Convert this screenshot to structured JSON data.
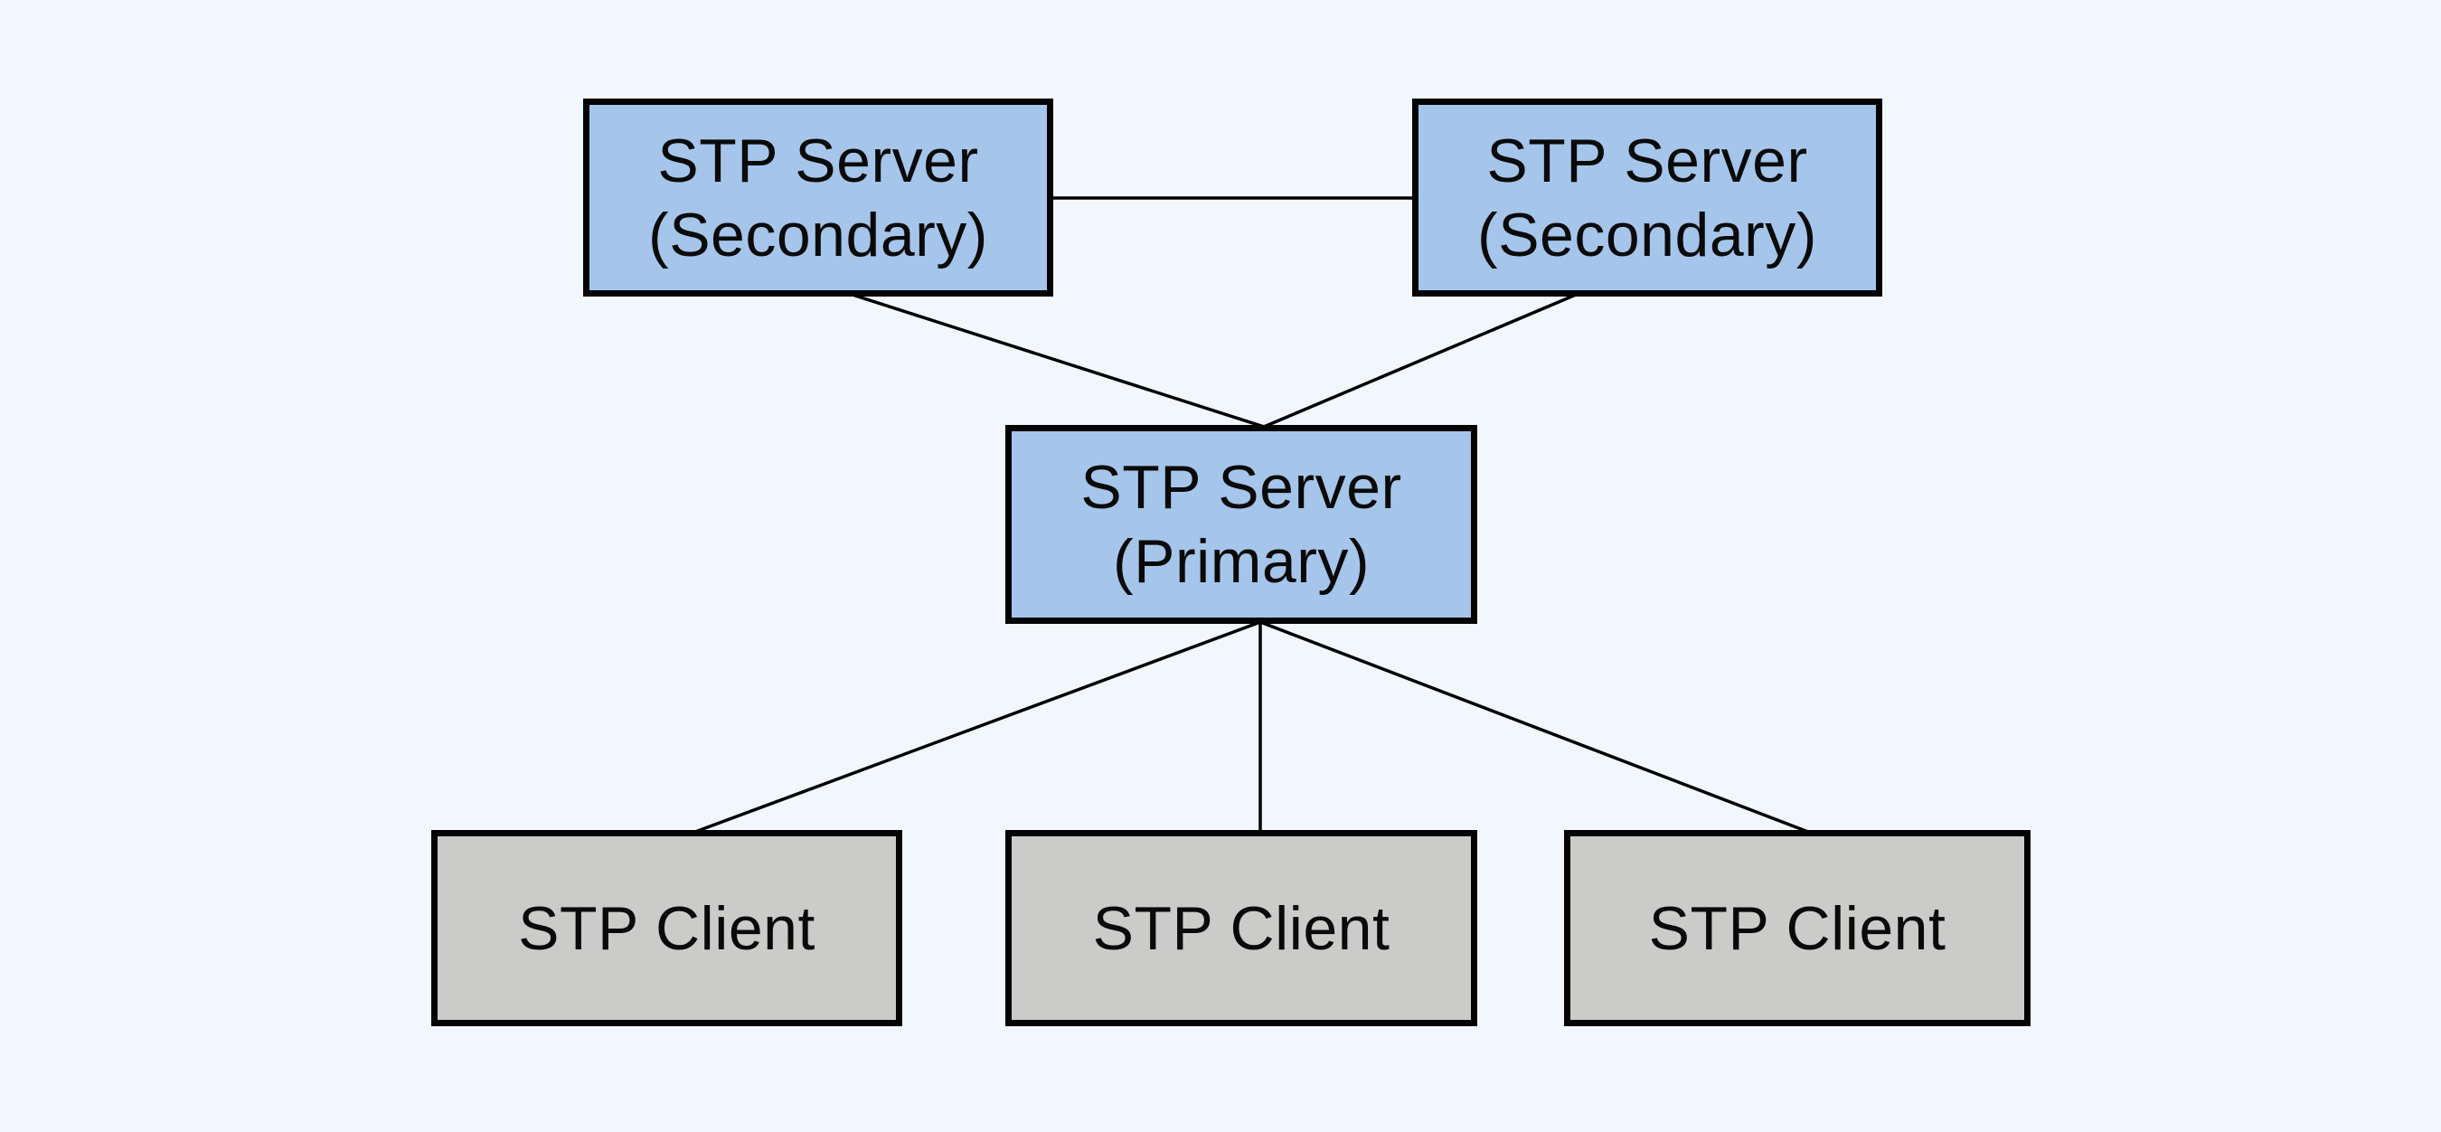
{
  "colors": {
    "background": "#f2f6fd",
    "server_fill": "#a6c5eb",
    "client_fill": "#cbcbc9",
    "border": "#040404",
    "line": "#000000"
  },
  "nodes": {
    "secondary_left": {
      "line1": "STP Server",
      "line2": "(Secondary)"
    },
    "secondary_right": {
      "line1": "STP Server",
      "line2": "(Secondary)"
    },
    "primary": {
      "line1": "STP Server",
      "line2": "(Primary)"
    },
    "client_left": {
      "label": "STP Client"
    },
    "client_middle": {
      "label": "STP Client"
    },
    "client_right": {
      "label": "STP Client"
    }
  },
  "edges": [
    {
      "from": "secondary_left",
      "to": "secondary_right"
    },
    {
      "from": "secondary_left",
      "to": "primary"
    },
    {
      "from": "secondary_right",
      "to": "primary"
    },
    {
      "from": "primary",
      "to": "client_left"
    },
    {
      "from": "primary",
      "to": "client_middle"
    },
    {
      "from": "primary",
      "to": "client_right"
    }
  ]
}
